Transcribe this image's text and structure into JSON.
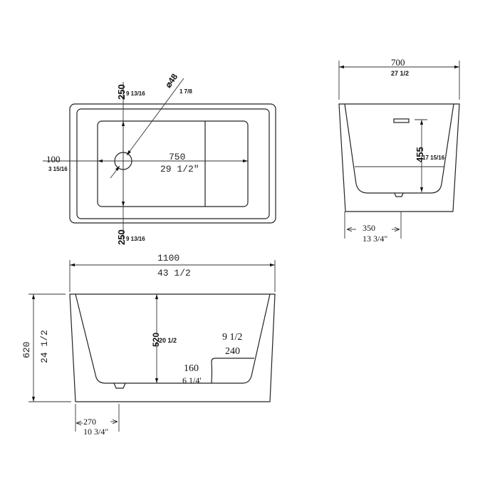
{
  "top_view": {
    "drain_offset_top": "250",
    "drain_offset_top_in": "9 13/16",
    "drain_offset_bottom": "250",
    "drain_offset_bottom_in": "9 13/16",
    "drain_offset_left": "100",
    "drain_offset_left_in": "3 15/16",
    "drain_to_seat": "750",
    "drain_to_seat_in": "29 1/2\"",
    "drain_diameter": "⌀48",
    "drain_diameter_in": "1 7/8"
  },
  "end_view": {
    "width": "700",
    "width_in": "27 1/2",
    "overflow_height": "455",
    "overflow_height_in": "17 15/16",
    "drain_center": "350",
    "drain_center_in": "13 3/4\""
  },
  "side_view": {
    "length": "1100",
    "length_in": "43 1/2",
    "height": "620",
    "height_in": "24 1/2",
    "depth": "520",
    "depth_in": "20 1/2",
    "seat_width_in": "9 1/2",
    "seat_width": "240",
    "seat_height": "160",
    "seat_height_in": "6 1/4'",
    "drain_offset": "270",
    "drain_offset_in": "10 3/4\""
  }
}
